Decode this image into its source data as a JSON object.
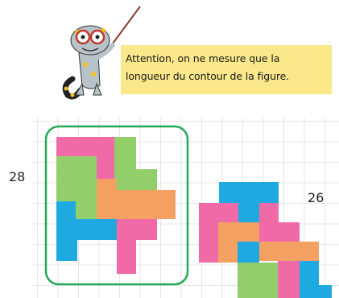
{
  "callout": {
    "line1": "Attention, on ne mesure que la",
    "line2": "longueur du contour de la figure."
  },
  "figures": [
    {
      "perimeter_label": "28",
      "highlighted": true
    },
    {
      "perimeter_label": "26",
      "highlighted": false
    }
  ],
  "colors": {
    "pink": "#f06aa8",
    "green": "#92cf6b",
    "blue": "#1fa9e1",
    "orange": "#f4a062",
    "highlight": "#22aa55",
    "callout_bg": "#fbe88a"
  },
  "icons": [
    "salamander-mascot-icon",
    "pointer-stick-icon"
  ]
}
